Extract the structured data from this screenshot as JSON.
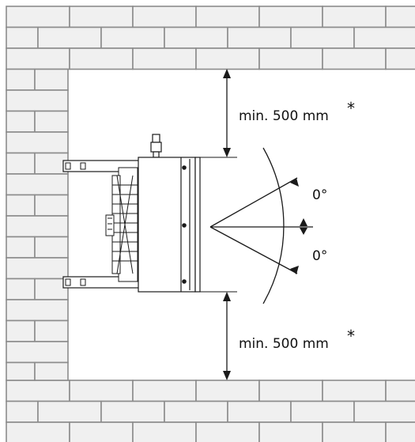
{
  "colors": {
    "brick_fill": "#f0f0f0",
    "mortar": "#8c8c8c",
    "line": "#1a1a1a",
    "background": "#ffffff"
  },
  "clearance_top": {
    "label": "min. 500 mm",
    "mark": "*"
  },
  "clearance_bottom": {
    "label": "min. 500 mm",
    "mark": "*"
  },
  "angle_upper": {
    "label": "0°"
  },
  "angle_lower": {
    "label": "0°"
  },
  "icons": [
    "brick-wall-icon",
    "heater-unit-icon",
    "axial-fan-icon",
    "wall-bracket-icon",
    "dimension-arrow-icon",
    "angle-arc-icon"
  ]
}
